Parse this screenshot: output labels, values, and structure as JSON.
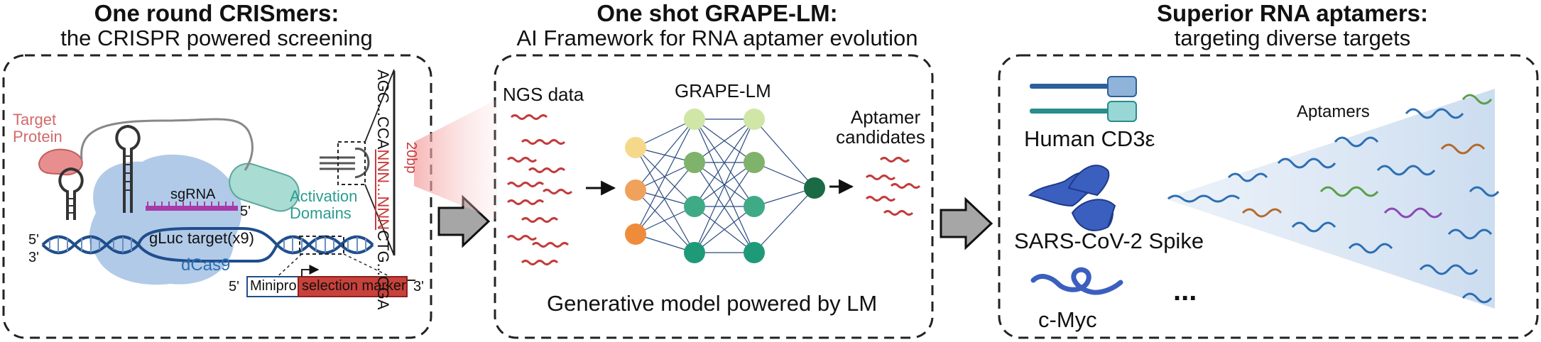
{
  "panels": [
    {
      "title": "One round CRISmers:",
      "subtitle": "the CRISPR powered screening"
    },
    {
      "title": "One shot GRAPE-LM:",
      "subtitle": "AI Framework for RNA  aptamer evolution"
    },
    {
      "title": "Superior RNA aptamers:",
      "subtitle": "targeting diverse targets"
    }
  ],
  "panel1": {
    "target_protein": [
      "Target",
      "Protein"
    ],
    "activation_domains": [
      "Activation",
      "Domains"
    ],
    "sgrna": "sgRNA",
    "five_prime": "5'",
    "three_prime": "3'",
    "gluc": "gLuc target(x9)",
    "dcas9": "dCas9",
    "minipro": "Minipro",
    "selection_marker": "selection marker",
    "seq_top": "AGC...CCA",
    "seq_mid": "NNN...NNN",
    "seq_bot": "CTG...CGA",
    "bp": "20bp"
  },
  "panel2": {
    "ngs": "NGS data",
    "grape": "GRAPE-LM",
    "aptamer_candidates": [
      "Aptamer",
      "candidates"
    ],
    "caption": "Generative model powered by LM"
  },
  "panel3": {
    "cd3": "Human CD3ε",
    "spike": "SARS-CoV-2 Spike",
    "myc": "c-Myc",
    "ellipsis": "...",
    "aptamers": "Aptamers"
  },
  "colors": {
    "rna_red": "#c93a3a",
    "dcas9_blue": "#a9c4e6",
    "protein_pink": "#e88e8e",
    "activation_teal": "#a9dcd3",
    "nn_yellow": "#f5d98a",
    "nn_orange": "#ef8c3c",
    "nn_green_light": "#cfe6a6",
    "nn_green": "#69b36a",
    "nn_teal": "#2e9e7a",
    "nn_dark": "#1a6a45",
    "cd3_blue": "#2d5f9a",
    "spike_blue": "#3a5fbf"
  }
}
